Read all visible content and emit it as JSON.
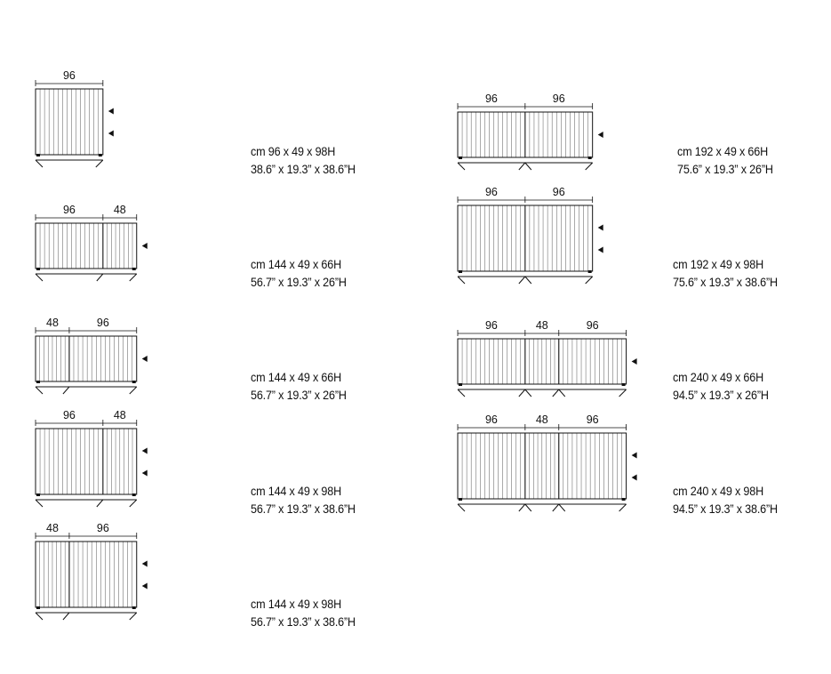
{
  "units": [
    {
      "id": "a1",
      "modules": [
        96
      ],
      "label_modules": [
        "96"
      ],
      "height": "98",
      "metric": "cm 96 x 49 x 98H",
      "imperial": "38.6” x 19.3” x 38.6”H"
    },
    {
      "id": "a2",
      "modules": [
        96,
        48
      ],
      "label_modules": [
        "96",
        "48"
      ],
      "height": "66",
      "metric": "cm 144 x 49 x 66H",
      "imperial": "56.7” x 19.3” x 26”H"
    },
    {
      "id": "a3",
      "modules": [
        48,
        96
      ],
      "label_modules": [
        "48",
        "96"
      ],
      "height": "66",
      "metric": "cm 144 x 49 x 66H",
      "imperial": "56.7” x 19.3” x 26”H"
    },
    {
      "id": "a4",
      "modules": [
        96,
        48
      ],
      "label_modules": [
        "96",
        "48"
      ],
      "height": "98",
      "metric": "cm 144 x 49 x 98H",
      "imperial": "56.7” x 19.3” x 38.6”H"
    },
    {
      "id": "a5",
      "modules": [
        48,
        96
      ],
      "label_modules": [
        "48",
        "96"
      ],
      "height": "98",
      "metric": "cm 144 x 49 x 98H",
      "imperial": "56.7” x 19.3” x 38.6”H"
    },
    {
      "id": "b1",
      "modules": [
        96,
        96
      ],
      "label_modules": [
        "96",
        "96"
      ],
      "height": "66",
      "metric": "cm 192 x 49 x 66H",
      "imperial": "75.6” x 19.3” x 26”H"
    },
    {
      "id": "b2",
      "modules": [
        96,
        96
      ],
      "label_modules": [
        "96",
        "96"
      ],
      "height": "98",
      "metric": "cm 192 x 49 x 98H",
      "imperial": "75.6” x 19.3” x 38.6”H"
    },
    {
      "id": "b3",
      "modules": [
        96,
        48,
        96
      ],
      "label_modules": [
        "96",
        "48",
        "96"
      ],
      "height": "66",
      "metric": "cm 240 x 49 x 66H",
      "imperial": "94.5” x 19.3” x 26”H"
    },
    {
      "id": "b4",
      "modules": [
        96,
        48,
        96
      ],
      "label_modules": [
        "96",
        "48",
        "96"
      ],
      "height": "98",
      "metric": "cm 240 x 49 x 98H",
      "imperial": "94.5” x 19.3” x 38.6”H"
    }
  ]
}
